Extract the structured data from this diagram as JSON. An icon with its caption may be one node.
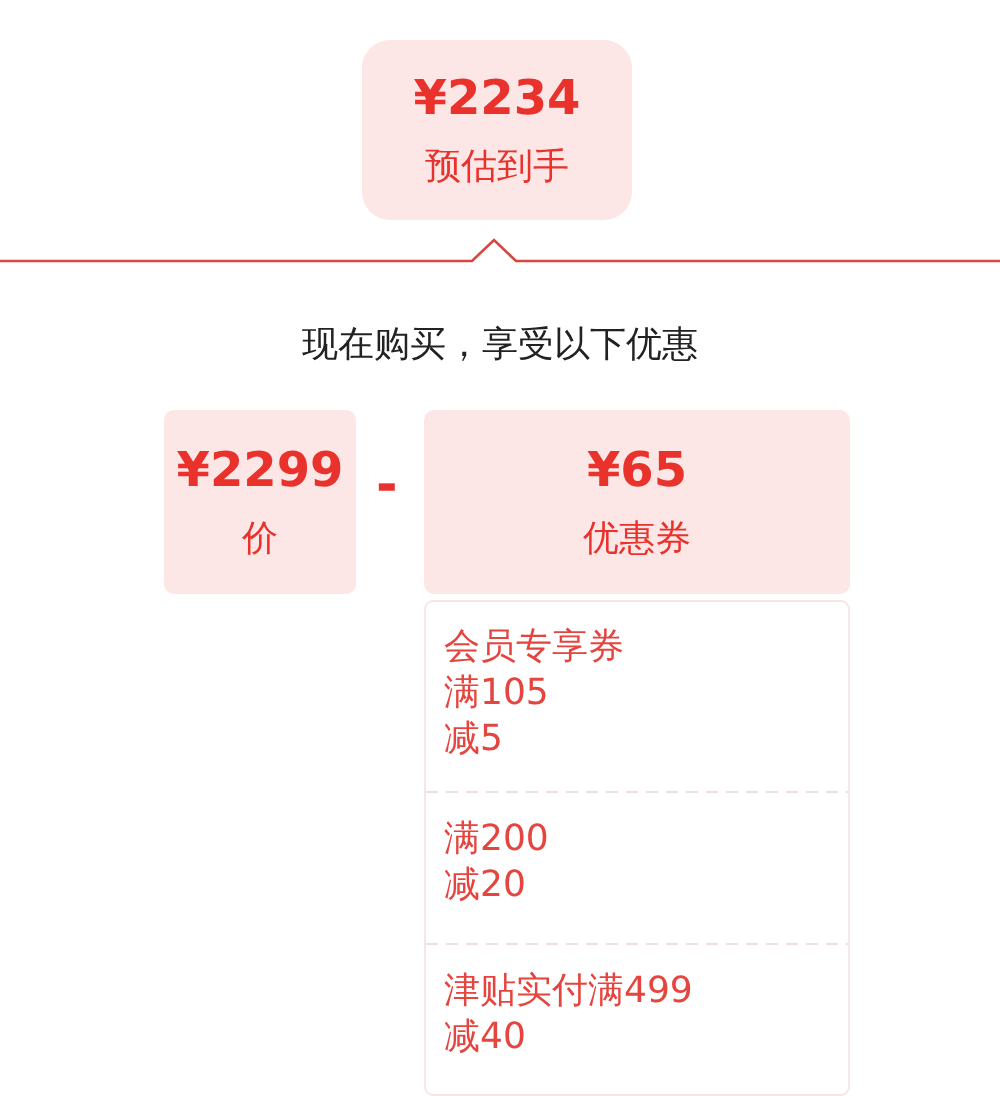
{
  "diagram": {
    "nodes": [
      {
        "text": [
          "¥2234",
          "预估到手"
        ]
      },
      {
        "text": [
          "¥2299",
          "价"
        ]
      },
      {
        "text": [
          "¥65",
          "优惠券"
        ]
      },
      {
        "text": [
          "会员专享券",
          "满105",
          "减5"
        ]
      },
      {
        "text": [
          "满200",
          "减20"
        ]
      },
      {
        "text": [
          "津贴实付满499",
          "减40"
        ]
      }
    ],
    "labels": [
      "现在购买，享受以下优惠",
      "-"
    ]
  }
}
